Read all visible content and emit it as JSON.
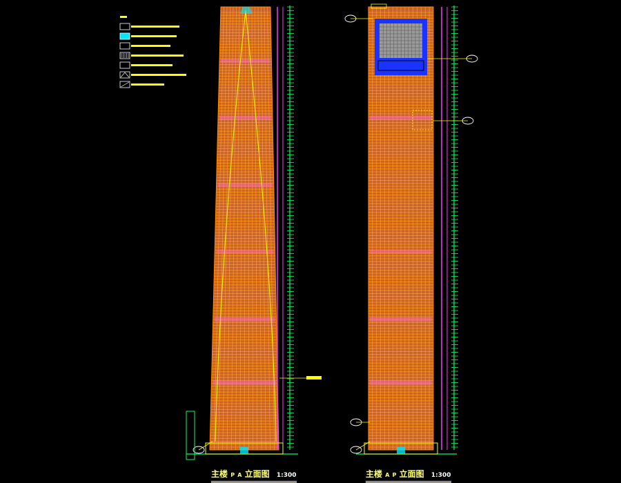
{
  "drawing": {
    "background": "#000000",
    "colors": {
      "facade_fill": "#c8642a",
      "mullion": "#ff8c00",
      "floor_band": "#ff66cc",
      "magenta_axis": "#ff33ff",
      "dimension_green": "#00ff66",
      "accent_yellow": "#ffff00",
      "callout_cyan": "#00e5ff",
      "window_blue": "#1a33ff",
      "grid_gray": "#9a9a9a"
    },
    "legend": {
      "items": [
        {
          "symbol": "empty-rect-icon",
          "line_color": "#ffff00"
        },
        {
          "symbol": "cyan-hatch-icon",
          "line_color": "#ffff00"
        },
        {
          "symbol": "small-square-icon",
          "line_color": "#ffff00"
        },
        {
          "symbol": "vertical-lines-icon",
          "line_color": "#ffff00"
        },
        {
          "symbol": "dot-square-icon",
          "line_color": "#ffff00"
        },
        {
          "symbol": "triangle-icon",
          "line_color": "#ffff00"
        },
        {
          "symbol": "diagonal-icon",
          "line_color": "#ffff00"
        }
      ]
    },
    "left_elevation": {
      "title": "主楼",
      "axis_from": "P",
      "axis_to": "A",
      "suffix": "立面图",
      "scale": "1:300"
    },
    "right_elevation": {
      "title": "主楼",
      "axis_from": "A",
      "axis_to": "P",
      "suffix": "立面图",
      "scale": "1:300"
    }
  }
}
